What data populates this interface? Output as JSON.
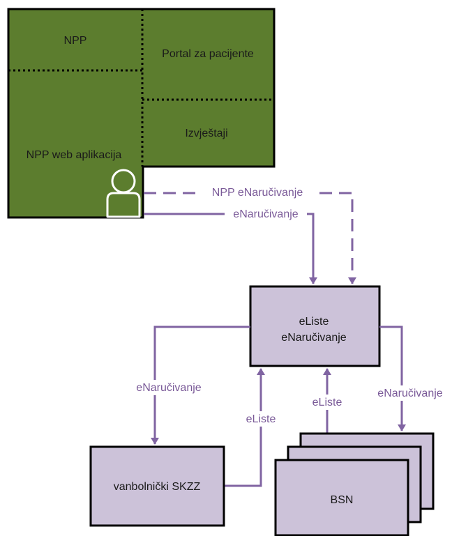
{
  "colors": {
    "green": "#5c7d2e",
    "lavender": "#ccc2d9",
    "purple": "#8064a2",
    "text_dark": "#1a1a1a",
    "text_purple": "#7a5a98",
    "stroke": "#000000"
  },
  "regions": {
    "npp": "NPP",
    "portal": "Portal za pacijente",
    "izvjestaji": "Izvještaji",
    "npp_web": "NPP web aplikacija"
  },
  "icons": {
    "user": "user-icon"
  },
  "boxes": {
    "eliste_line1": "eListe",
    "eliste_line2": "eNaručivanje",
    "vanbolnicki": "vanbolnički SKZZ",
    "bsn": "BSN"
  },
  "connectors": {
    "npp_enarucivanje": "NPP eNaručivanje",
    "enarucivanje_top": "eNaručivanje",
    "enarucivanje_left": "eNaručivanje",
    "eliste_left": "eListe",
    "eliste_right": "eListe",
    "enarucivanje_right": "eNaručivanje"
  }
}
